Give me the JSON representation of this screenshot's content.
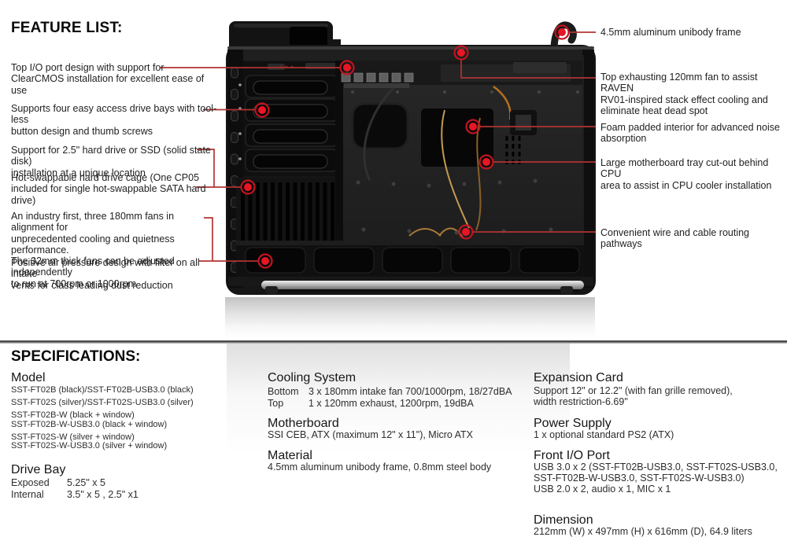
{
  "feature_section": {
    "title": "FEATURE LIST:",
    "left_features": [
      {
        "text": "Top I/O port design with support for\nClearCMOS installation for excellent ease of use"
      },
      {
        "text": "Supports four easy access drive bays with tool-less\nbutton design and thumb screws"
      },
      {
        "text": "Support for 2.5\" hard drive or SSD (solid state disk)\ninstallation at a unique location"
      },
      {
        "text": "Hot-swappable hard drive cage (One CP05\nincluded for single hot-swappable SATA hard drive)"
      },
      {
        "text": "An industry first, three 180mm fans in alignment for\nunprecedented cooling and quietness performance.\nThe 32mm thick fans can be adjusted independently\nto run at 700rpm or 1000rpm"
      },
      {
        "text": "Positive air pressure design with filter on all intake\nvents for class leading dust reduction"
      }
    ],
    "right_features": [
      {
        "text": "4.5mm aluminum unibody frame"
      },
      {
        "text": "Top exhausting 120mm fan to assist RAVEN\nRV01-inspired stack effect cooling and\neliminate heat dead spot"
      },
      {
        "text": "Foam padded interior for advanced noise\nabsorption"
      },
      {
        "text": "Large motherboard tray cut-out behind CPU\narea to assist in CPU cooler installation"
      },
      {
        "text": "Convenient wire and cable routing pathways"
      }
    ],
    "colors": {
      "marker_red": "#e81525",
      "marker_ring": "#c2141f",
      "callout_line": "#b23333",
      "case_black": "#161616"
    }
  },
  "specs_section": {
    "title": "SPECIFICATIONS:",
    "model": {
      "heading": "Model",
      "entries": [
        {
          "text": "SST-FT02B (black)/SST-FT02B-USB3.0 (black)"
        },
        {
          "text": "SST-FT02S (silver)/SST-FT02S-USB3.0 (silver)"
        },
        {
          "text": "SST-FT02B-W (black + window)\nSST-FT02B-W-USB3.0 (black + window)"
        },
        {
          "text": "SST-FT02S-W (silver + window)\nSST-FT02S-W-USB3.0 (silver + window)"
        }
      ]
    },
    "drive_bay": {
      "heading": "Drive Bay",
      "rows": [
        {
          "label": "Exposed",
          "value": "5.25\" x 5"
        },
        {
          "label": "Internal",
          "value": "3.5\" x 5 , 2.5\" x1"
        }
      ]
    },
    "cooling": {
      "heading": "Cooling System",
      "rows": [
        {
          "label": "Bottom",
          "value": "3 x 180mm intake fan 700/1000rpm, 18/27dBA"
        },
        {
          "label": "Top",
          "value": "1 x 120mm exhaust, 1200rpm, 19dBA"
        }
      ]
    },
    "motherboard": {
      "heading": "Motherboard",
      "body": "SSI CEB, ATX (maximum 12\" x 11\"), Micro ATX"
    },
    "material": {
      "heading": "Material",
      "body": "4.5mm aluminum unibody frame, 0.8mm steel body"
    },
    "expansion_card": {
      "heading": "Expansion Card",
      "body": "Support 12\" or 12.2\" (with fan grille removed),\nwidth restriction-6.69\""
    },
    "power_supply": {
      "heading": "Power Supply",
      "body": "1 x optional standard PS2 (ATX)"
    },
    "front_io": {
      "heading": "Front I/O Port",
      "body": "USB 3.0 x 2 (SST-FT02B-USB3.0, SST-FT02S-USB3.0,\nSST-FT02B-W-USB3.0, SST-FT02S-W-USB3.0)\nUSB 2.0 x 2, audio x 1, MIC x 1"
    },
    "dimension": {
      "heading": "Dimension",
      "body": "212mm (W) x 497mm (H) x 616mm (D), 64.9 liters"
    }
  }
}
